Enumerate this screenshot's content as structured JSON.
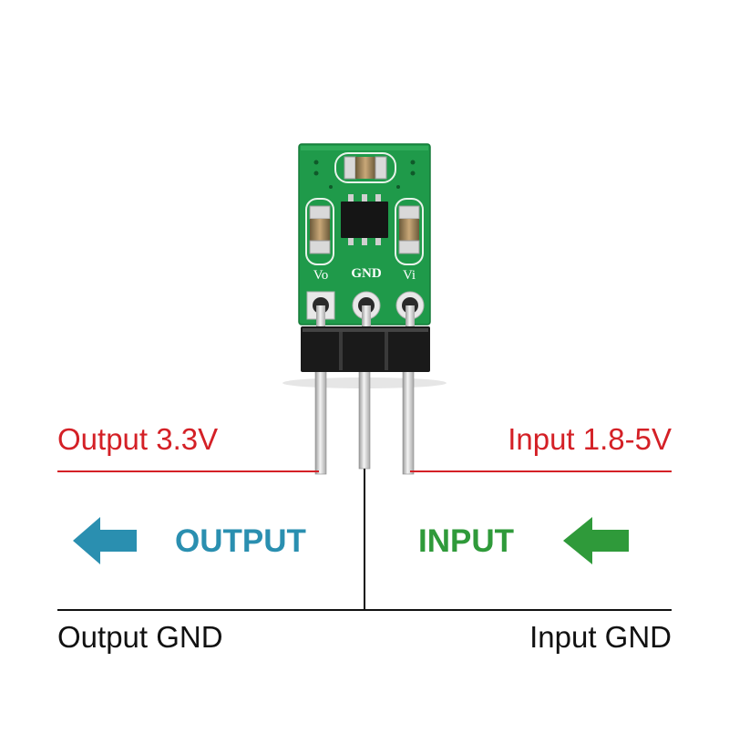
{
  "board": {
    "silkscreen": {
      "output_pin": "Vo",
      "ground_pin": "GND",
      "input_pin": "Vi"
    }
  },
  "labels": {
    "output_voltage": "Output 3.3V",
    "input_voltage": "Input 1.8-5V",
    "output_ground": "Output GND",
    "input_ground": "Input GND",
    "output_direction": "OUTPUT",
    "input_direction": "INPUT"
  },
  "colors": {
    "voltage_line": "#d42026",
    "ground_line": "#111111",
    "output_accent": "#2a8fb0",
    "input_accent": "#2f9a3a",
    "pcb": "#1f9a4a"
  },
  "icons": {
    "output_arrow": "arrow-left-icon",
    "input_arrow": "arrow-left-icon"
  }
}
